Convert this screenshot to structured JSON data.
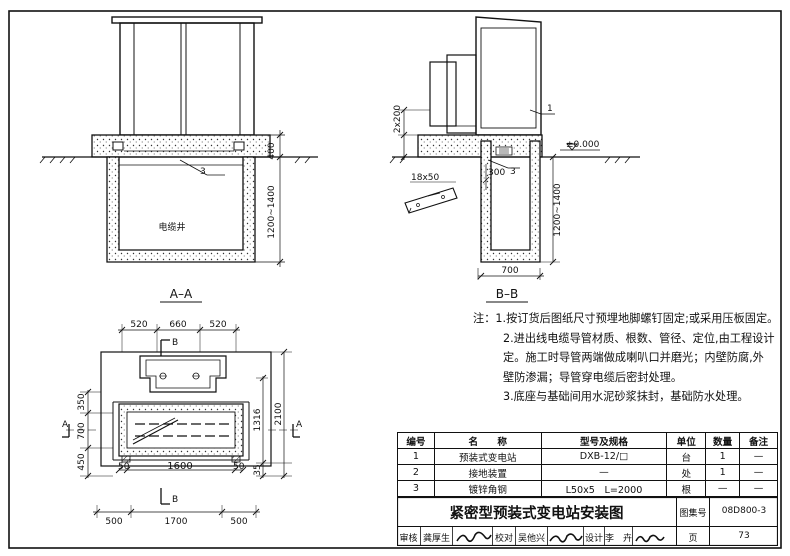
{
  "drawing": {
    "section_aa": {
      "label": "A–A",
      "dim_top": "400",
      "dim_depth": "1200~1400",
      "callout": "3",
      "pit_label": "电缆井"
    },
    "section_bb": {
      "label": "B–B",
      "dim_plinth": "2x200",
      "callout_1": "1",
      "callout_3": "3",
      "elevation": "±0.000",
      "dim_bolt": "18x50",
      "dim_300": "300",
      "dim_depth": "1200~1400",
      "dim_bottom": "700"
    },
    "plan": {
      "dim_top": [
        "520",
        "660",
        "520"
      ],
      "marker_b_top": "B",
      "marker_b_bottom": "B",
      "marker_a_left": "A",
      "marker_a_right": "A",
      "dim_left": [
        "350",
        "700",
        "450"
      ],
      "dim_right_inner": "1316",
      "dim_right_outer": "2100",
      "dim_right_small": "35",
      "dim_50_left": "50",
      "dim_50_right": "50",
      "dim_1600": "1600",
      "dim_bottom": [
        "500",
        "1700",
        "500"
      ]
    }
  },
  "notes": {
    "title": "注：",
    "items": [
      "1.按订货后图纸尺寸预埋地脚螺钉固定;或采用压板固定。",
      "2.进出线电缆导管材质、根数、管径、定位,由工程设计",
      "定。施工时导管两端做成喇叭口并磨光；内壁防腐,外",
      "壁防渗漏；导管穿电缆后密封处理。",
      "3.底座与基础间用水泥砂浆抹封，基础防水处理。"
    ]
  },
  "table": {
    "headers": [
      "编号",
      "名　　称",
      "型号及规格",
      "单位",
      "数量",
      "备注"
    ],
    "rows": [
      [
        "1",
        "预装式变电站",
        "DXB-12/□",
        "台",
        "1",
        "—"
      ],
      [
        "2",
        "接地装置",
        "—",
        "处",
        "1",
        "—"
      ],
      [
        "3",
        "镀锌角钢",
        "L50x5　L=2000",
        "根",
        "—",
        "—"
      ]
    ]
  },
  "title_block": {
    "title": "紧密型预装式变电站安装图",
    "atlas_label": "图集号",
    "atlas_no": "08D800-3",
    "review_label": "审核",
    "reviewer": "龚厚生",
    "check_label": "校对",
    "checker": "吴他兴",
    "design_label": "设计",
    "designer": "李　卉",
    "page_label": "页",
    "page_no": "73"
  }
}
